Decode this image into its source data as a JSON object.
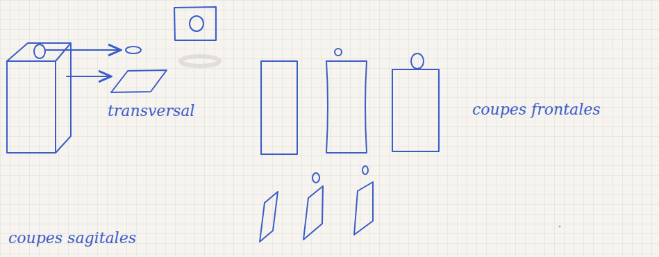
{
  "diagram": {
    "labels": [
      "transversal",
      "coupes frontales",
      "coupes sagitales"
    ]
  }
}
